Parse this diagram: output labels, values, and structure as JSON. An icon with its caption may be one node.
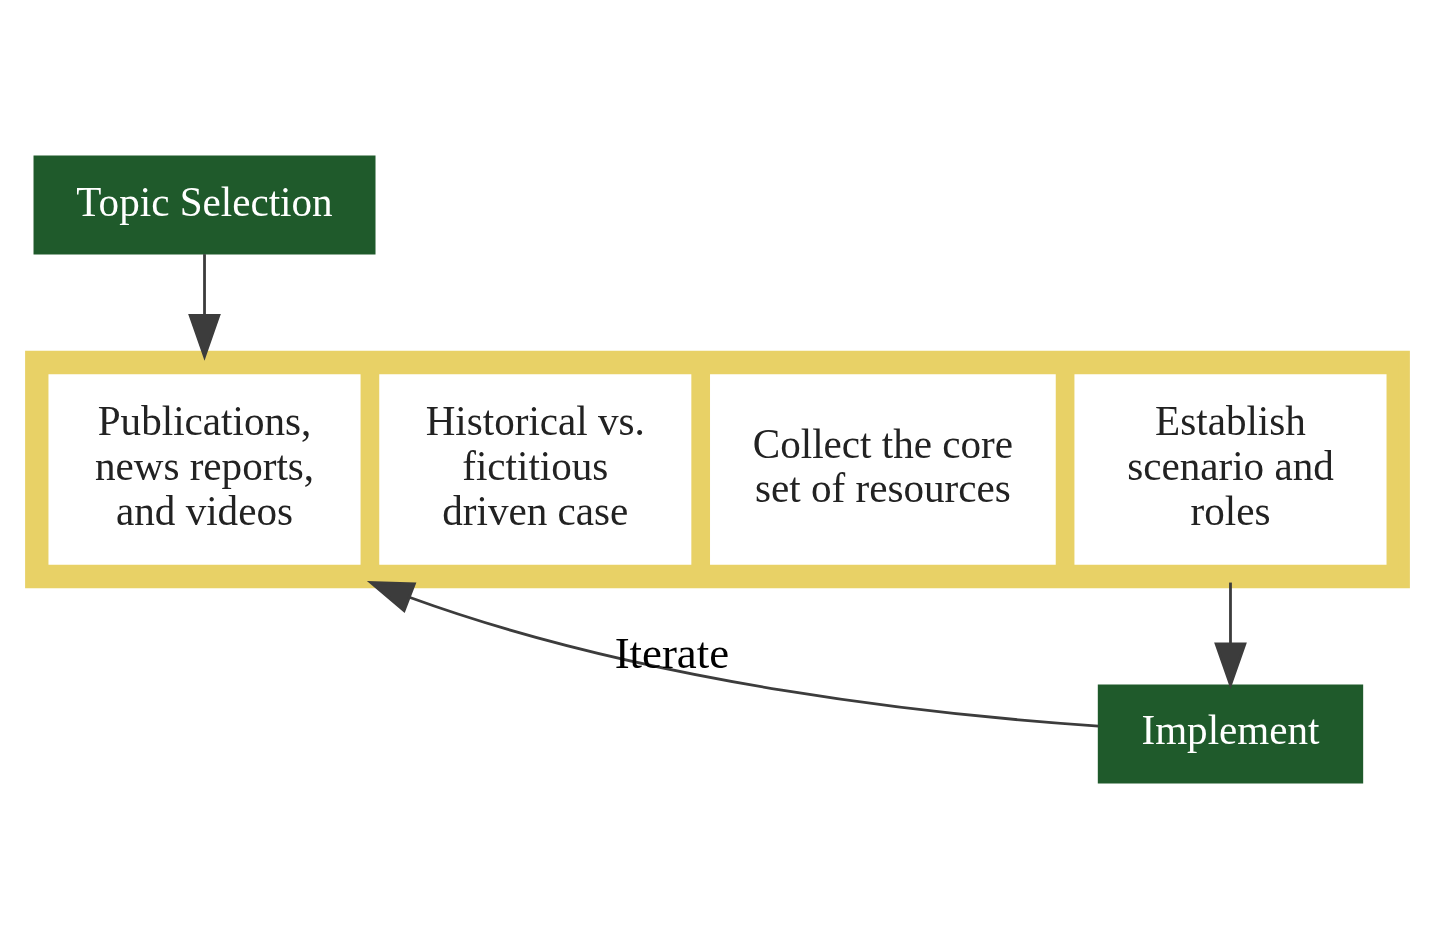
{
  "diagram": {
    "nodes": [
      {
        "text": [
          "Topic Selection"
        ]
      },
      {
        "text": [],
        "shape": "box"
      },
      {
        "text": [
          "Publications, news reports, and videos"
        ],
        "in": 1
      },
      {
        "text": [
          "Historical vs. fictitious driven case"
        ],
        "in": 1
      },
      {
        "text": [
          "Collect the core set of resources"
        ],
        "in": 1
      },
      {
        "text": [
          "Establish scenario and roles"
        ],
        "in": 1
      },
      {
        "text": [
          "Implement"
        ]
      }
    ],
    "edges": [
      {
        "from": 0,
        "to": 1,
        "arrow": "to"
      },
      {
        "from": 1,
        "to": 6,
        "arrow": "to"
      },
      {
        "from": 6,
        "to": 1,
        "arrow": "to",
        "label": "Iterate"
      }
    ]
  }
}
